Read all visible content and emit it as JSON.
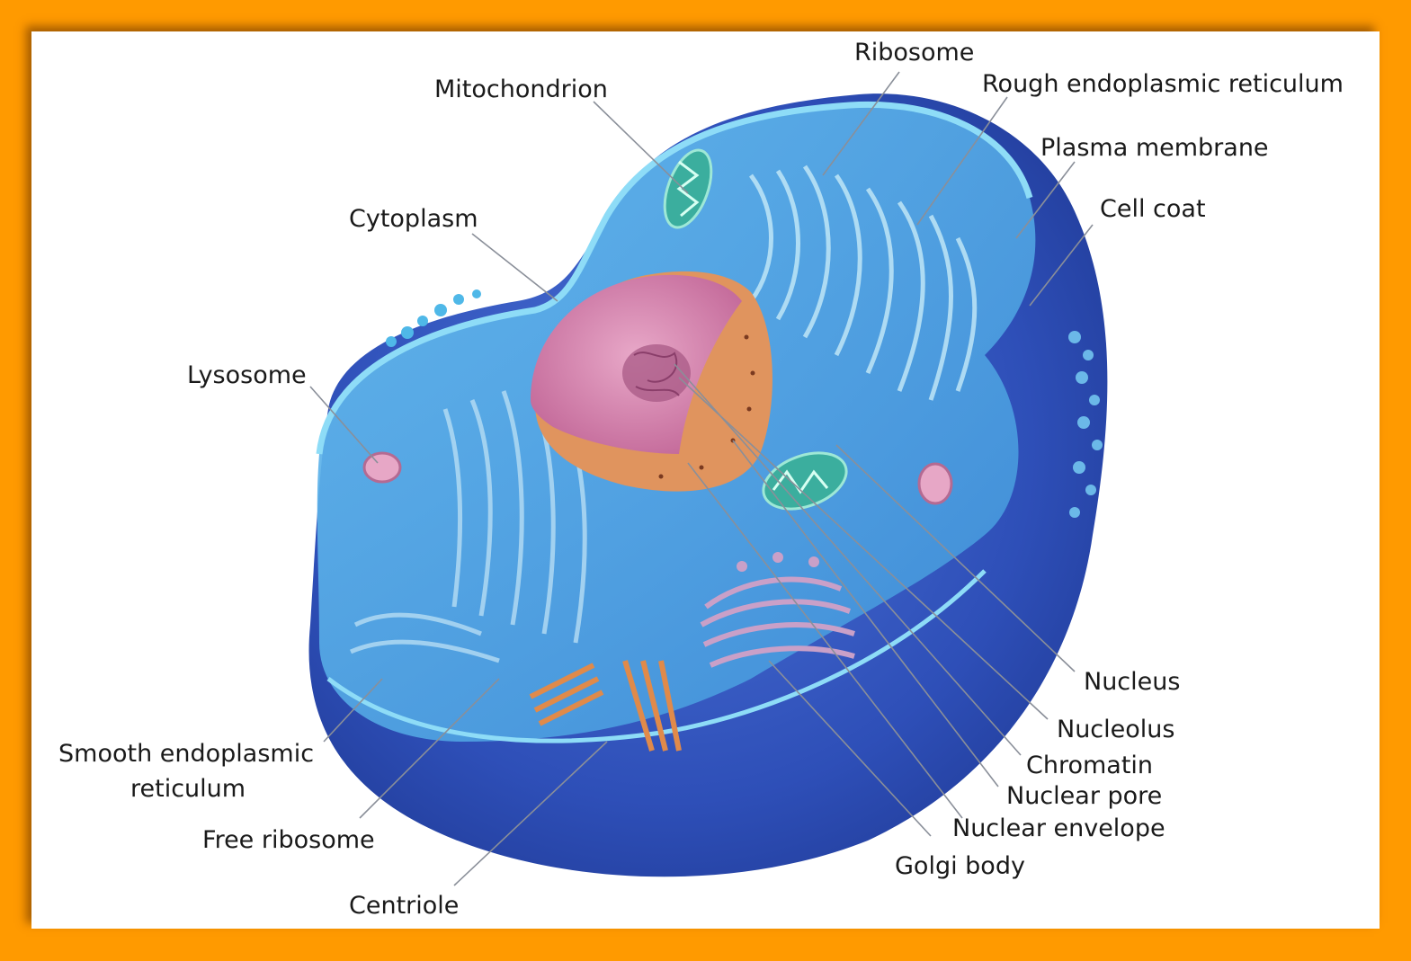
{
  "labels": {
    "ribosome": "Ribosome",
    "mitochondrion": "Mitochondrion",
    "rough_er": "Rough endoplasmic reticulum",
    "plasma_membrane": "Plasma membrane",
    "cell_coat": "Cell coat",
    "cytoplasm": "Cytoplasm",
    "lysosome": "Lysosome",
    "smooth_er_line1": "Smooth endoplasmic",
    "smooth_er_line2": "reticulum",
    "free_ribosome": "Free ribosome",
    "centriole": "Centriole",
    "nucleus": "Nucleus",
    "nucleolus": "Nucleolus",
    "chromatin": "Chromatin",
    "nuclear_pore": "Nuclear pore",
    "nuclear_envelope": "Nuclear envelope",
    "golgi_body": "Golgi body"
  },
  "colors": {
    "border": "#FF9A00",
    "cell_body": "#2E4FB8",
    "cytoplasm": "#4FA9E6",
    "membrane": "#7FD4F5",
    "nucleus": "#D98AB0",
    "nuclear_envelope": "#E0945E"
  }
}
